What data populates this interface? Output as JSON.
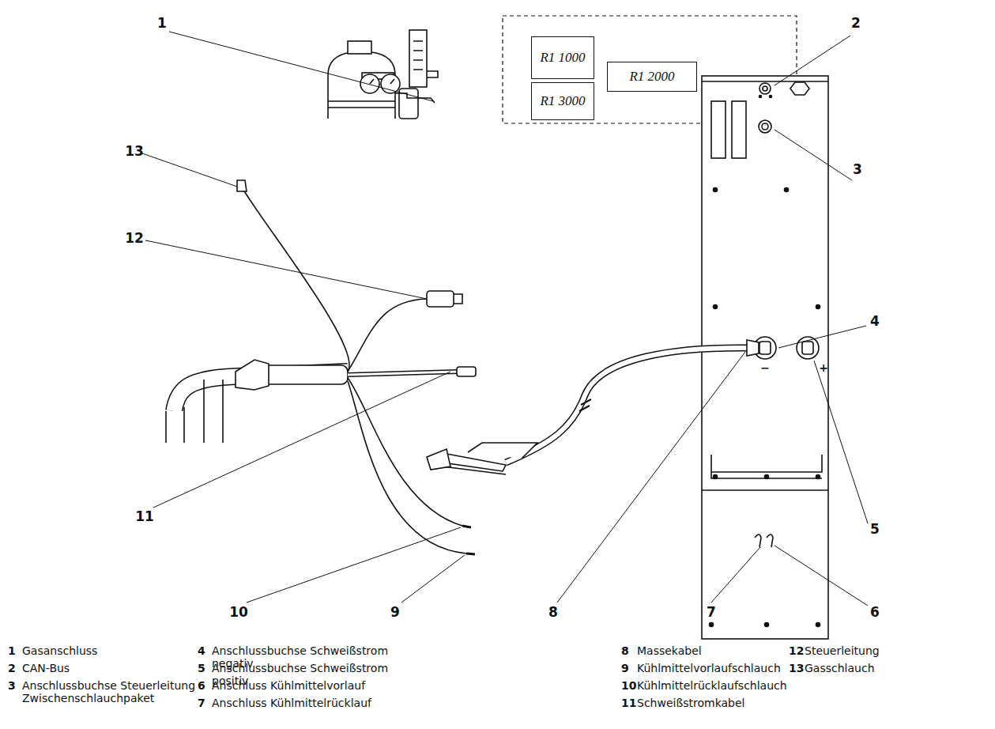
{
  "diagram": {
    "nodes": [
      {
        "text": [
          "R1 1000"
        ]
      },
      {
        "text": [
          "R1 2000"
        ]
      },
      {
        "text": [
          "R1 3000"
        ]
      }
    ],
    "labels": [
      "1",
      "2",
      "3",
      "4",
      "5",
      "6",
      "7",
      "8",
      "9",
      "10",
      "11",
      "12",
      "13",
      "1",
      "Gasanschluss",
      "2",
      "CAN-Bus",
      "3",
      "Anschlussbuchse Steuerleitung Zwischenschlauchpaket",
      "4",
      "Anschlussbuchse Schweißstrom negativ",
      "5",
      "Anschlussbuchse Schweißstrom positiv",
      "6",
      "Anschluss Kühlmittelvorlauf",
      "7",
      "Anschluss Kühlmittelrücklauf",
      "8",
      "Massekabel",
      "9",
      "Kühlmittelvorlaufschlauch",
      "10",
      "Kühlmittelrücklaufschlauch",
      "11",
      "Schweißstromkabel",
      "12",
      "Steuerleitung",
      "13",
      "Gasschlauch",
      "−",
      "+"
    ]
  }
}
